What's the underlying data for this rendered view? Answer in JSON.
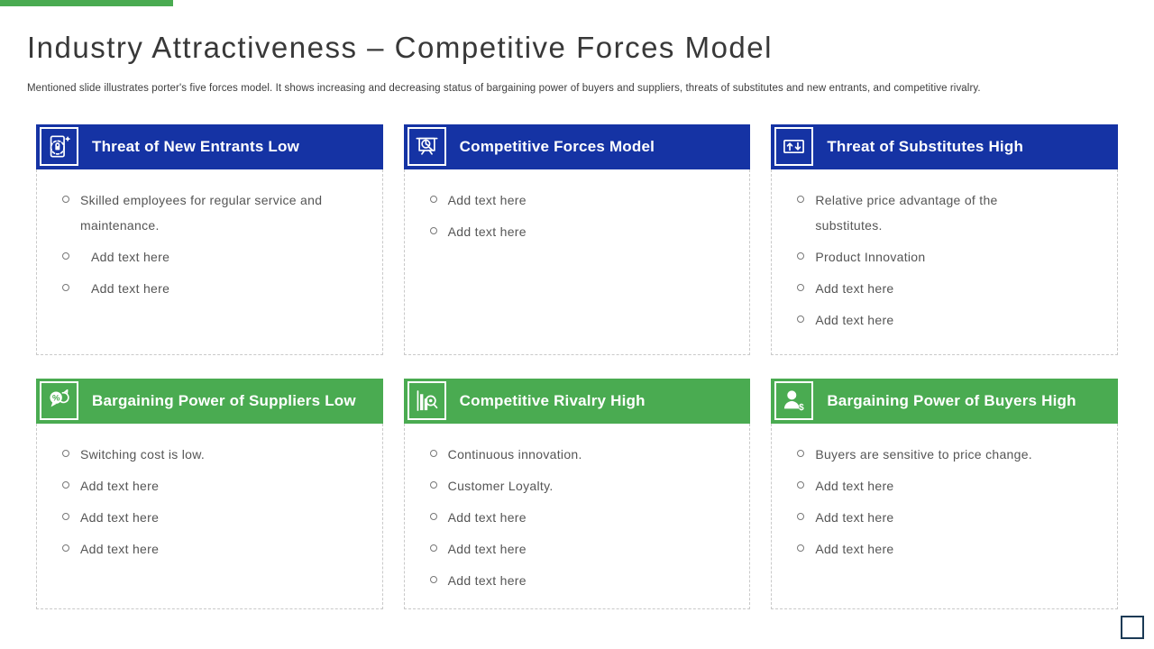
{
  "page": {
    "title": "Industry Attractiveness – Competitive Forces Model",
    "subtitle": "Mentioned slide illustrates porter's five forces model. It shows increasing and decreasing status of bargaining power of buyers and suppliers, threats of substitutes and new entrants, and competitive rivalry."
  },
  "colors": {
    "accent_green": "#4aab51",
    "header_blue": "#1533a4",
    "header_green": "#4aab51",
    "header_text": "#ffffff",
    "body_text": "#555555",
    "title_text": "#383838",
    "corner_square_border": "#1b3a55"
  },
  "cards": [
    {
      "title": "Threat of New Entrants Low",
      "icon": "clipboard-lock-icon",
      "header_color": "blue",
      "bullets": [
        {
          "text": "Skilled employees for regular service and maintenance.",
          "indent": false
        },
        {
          "text": "Add text here",
          "indent": true
        },
        {
          "text": "Add text here",
          "indent": true
        }
      ]
    },
    {
      "title": "Competitive Forces Model",
      "icon": "presentation-analysis-icon",
      "header_color": "blue",
      "bullets": [
        {
          "text": "Add text here",
          "indent": false
        },
        {
          "text": "Add text here",
          "indent": false
        }
      ]
    },
    {
      "title": "Threat of Substitutes High",
      "icon": "up-down-arrows-icon",
      "header_color": "blue",
      "bullets": [
        {
          "text": "Relative price advantage of the substitutes.",
          "indent": false
        },
        {
          "text": "Product Innovation",
          "indent": false
        },
        {
          "text": "Add text here",
          "indent": false
        },
        {
          "text": "Add text here",
          "indent": false
        }
      ]
    },
    {
      "title": "Bargaining Power of Suppliers Low",
      "icon": "negotiation-chat-icon",
      "header_color": "green",
      "bullets": [
        {
          "text": "Switching cost is low.",
          "indent": false
        },
        {
          "text": "Add text here",
          "indent": false
        },
        {
          "text": "Add text here",
          "indent": false
        },
        {
          "text": "Add text here",
          "indent": false
        }
      ]
    },
    {
      "title": "Competitive Rivalry High",
      "icon": "chart-magnifier-icon",
      "header_color": "green",
      "bullets": [
        {
          "text": "Continuous innovation.",
          "indent": false
        },
        {
          "text": "Customer Loyalty.",
          "indent": false
        },
        {
          "text": "Add text here",
          "indent": false
        },
        {
          "text": "Add text here",
          "indent": false
        },
        {
          "text": "Add text here",
          "indent": false
        }
      ]
    },
    {
      "title": "Bargaining Power of Buyers High",
      "icon": "buyer-dollar-icon",
      "header_color": "green",
      "bullets": [
        {
          "text": "Buyers are sensitive to price change.",
          "indent": false
        },
        {
          "text": "Add text here",
          "indent": false
        },
        {
          "text": "Add text here",
          "indent": false
        },
        {
          "text": "Add text here",
          "indent": false
        }
      ]
    }
  ]
}
